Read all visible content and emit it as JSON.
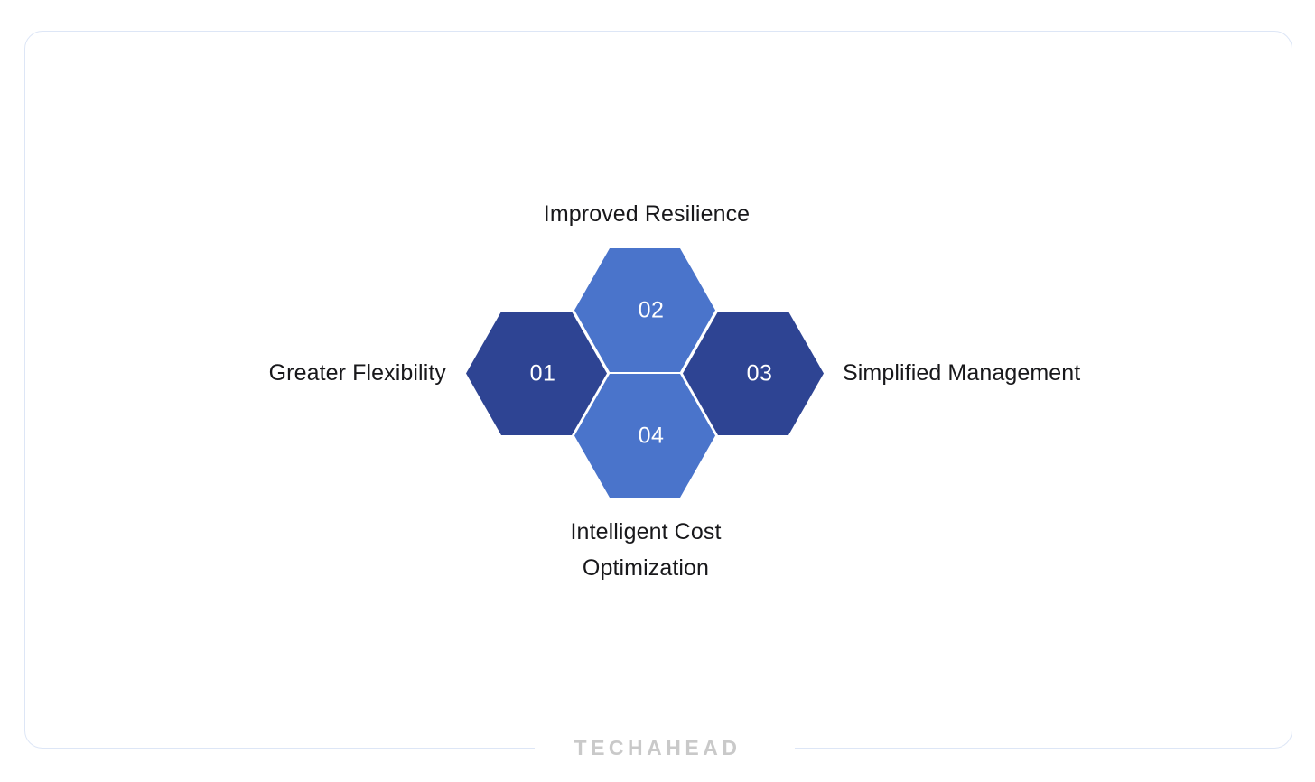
{
  "card": {
    "border_color": "#dde6f6"
  },
  "watermark": {
    "text": "TECHAHEAD",
    "color": "#c9c9c9"
  },
  "diagram": {
    "type": "honeycomb-hexagon-cluster",
    "colors": {
      "dark_blue": "#2e4493",
      "light_blue": "#4a74cb",
      "label_text": "#18181b",
      "number_text": "#ffffff"
    },
    "nodes": [
      {
        "number": "01",
        "label": "Greater Flexibility",
        "color": "#2e4493",
        "position": "left"
      },
      {
        "number": "02",
        "label": "Improved Resilience",
        "color": "#4a74cb",
        "position": "top"
      },
      {
        "number": "03",
        "label": "Simplified Management",
        "color": "#2e4493",
        "position": "right"
      },
      {
        "number": "04",
        "label": "Intelligent Cost\nOptimization",
        "color": "#4a74cb",
        "position": "bottom"
      }
    ]
  }
}
